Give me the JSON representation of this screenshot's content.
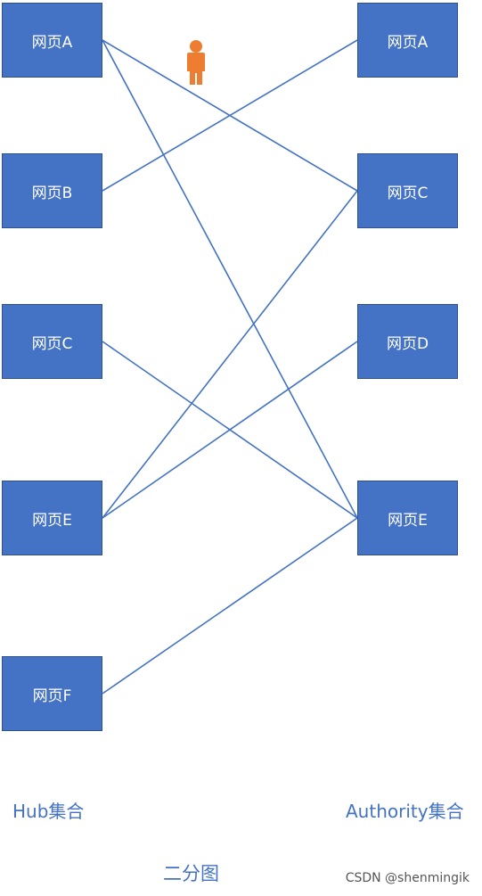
{
  "hub_set": {
    "label": "Hub集合",
    "nodes": [
      "网页A",
      "网页B",
      "网页C",
      "网页E",
      "网页F"
    ]
  },
  "authority_set": {
    "label": "Authority集合",
    "nodes": [
      "网页A",
      "网页C",
      "网页D",
      "网页E"
    ]
  },
  "edges": [
    {
      "hub": "网页A",
      "authority": "网页C"
    },
    {
      "hub": "网页A",
      "authority": "网页E"
    },
    {
      "hub": "网页B",
      "authority": "网页A"
    },
    {
      "hub": "网页C",
      "authority": "网页E"
    },
    {
      "hub": "网页E",
      "authority": "网页C"
    },
    {
      "hub": "网页E",
      "authority": "网页D"
    },
    {
      "hub": "网页F",
      "authority": "网页E"
    }
  ],
  "title": "二分图",
  "watermark": "CSDN @shenmingik",
  "colors": {
    "node_fill": "#4472c4",
    "edge": "#4472c4",
    "label": "#4472c4",
    "person": "#ed7d31"
  },
  "icons": [
    "person-icon"
  ]
}
